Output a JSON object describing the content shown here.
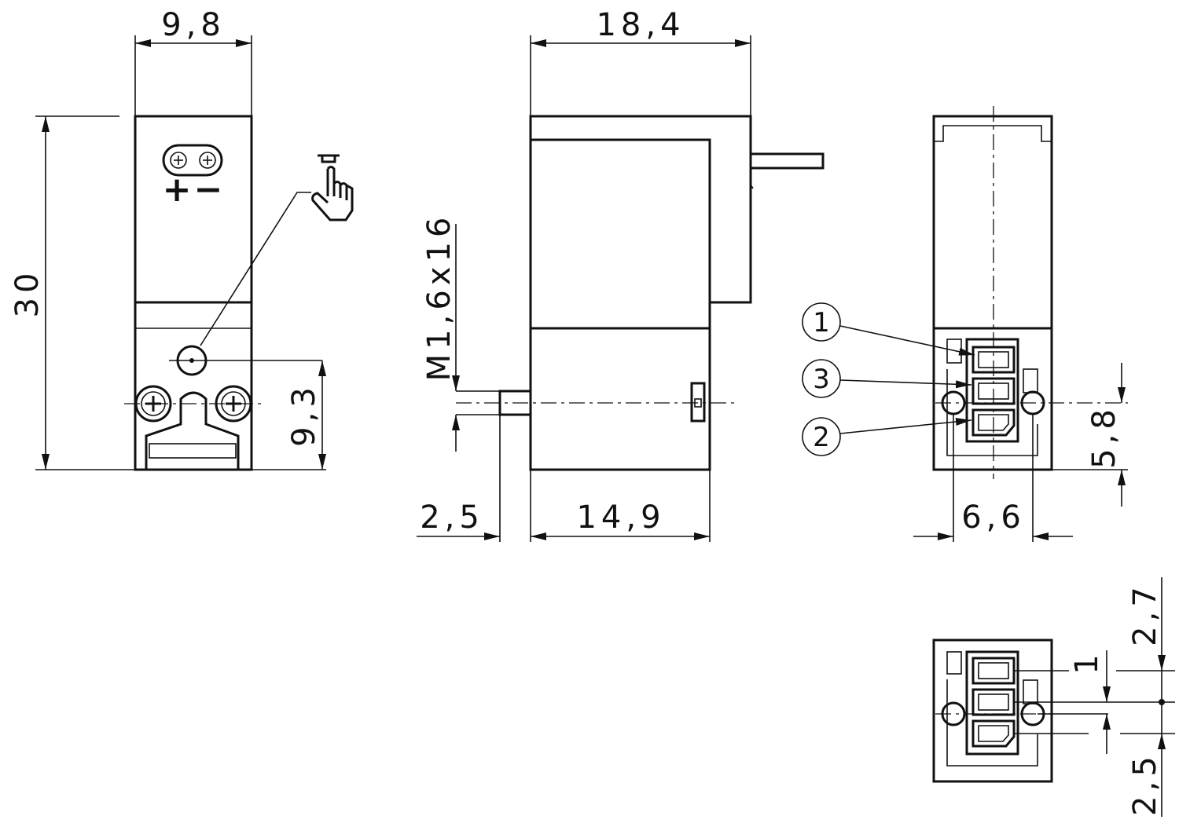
{
  "views": {
    "front": {
      "width_dim": "9,8",
      "height_dim": "30",
      "bore_height_dim": "9,3",
      "plus_label": "+",
      "minus_label": "−"
    },
    "side": {
      "width_dim": "18,4",
      "thread_label": "M1,6x16",
      "offset_dim": "2,5",
      "body_dim": "14,9"
    },
    "connector_view": {
      "port_balloons": [
        "1",
        "3",
        "2"
      ],
      "height_dim": "5,8",
      "width_dim": "6,6"
    },
    "port_detail": {
      "dim_top": "2,7",
      "dim_pitch": "1",
      "dim_bottom": "2,5"
    }
  }
}
